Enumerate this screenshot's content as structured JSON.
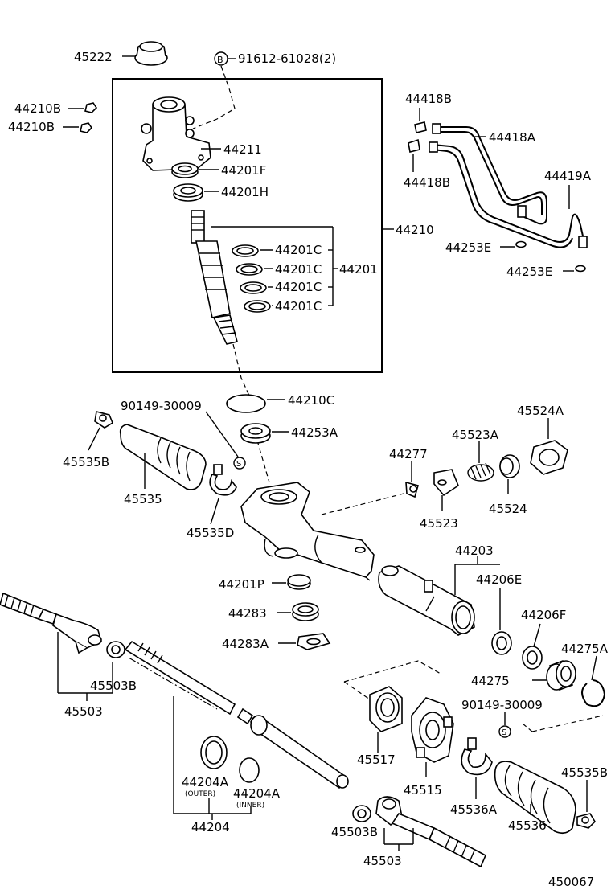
{
  "diagram_id": "450067",
  "bolt_symbol": "B",
  "seal_symbol": "S",
  "labels": {
    "p45222": "45222",
    "p91612": "91612-61028(2)",
    "p44210b_1": "44210B",
    "p44210b_2": "44210B",
    "p44211": "44211",
    "p44201f": "44201F",
    "p44201h": "44201H",
    "p44210": "44210",
    "p44201c_1": "44201C",
    "p44201c_2": "44201C",
    "p44201c_3": "44201C",
    "p44201c_4": "44201C",
    "p44201": "44201",
    "p44418b_1": "44418B",
    "p44418b_2": "44418B",
    "p44418a": "44418A",
    "p44419a": "44419A",
    "p44253e_1": "44253E",
    "p44253e_2": "44253E",
    "p44210c": "44210C",
    "p90149_1": "90149-30009",
    "p44253a": "44253A",
    "p45535b_1": "45535B",
    "p45535": "45535",
    "p45535d": "45535D",
    "p44277": "44277",
    "p45523a": "45523A",
    "p45524a": "45524A",
    "p45523": "45523",
    "p45524": "45524",
    "p44203": "44203",
    "p44206e": "44206E",
    "p44201p": "44201P",
    "p44283": "44283",
    "p44283a": "44283A",
    "p44206f": "44206F",
    "p44275a": "44275A",
    "p44275": "44275",
    "p45503b_1": "45503B",
    "p45503_1": "45503",
    "p90149_2": "90149-30009",
    "p45517": "45517",
    "p45515": "45515",
    "p45536a": "45536A",
    "p45535b_2": "45535B",
    "p44204a_outer": "44204A",
    "p44204a_outer_note": "(OUTER)",
    "p44204a_inner": "44204A",
    "p44204a_inner_note": "(INNER)",
    "p44204": "44204",
    "p45503b_2": "45503B",
    "p45503_2": "45503",
    "p45536": "45536"
  }
}
